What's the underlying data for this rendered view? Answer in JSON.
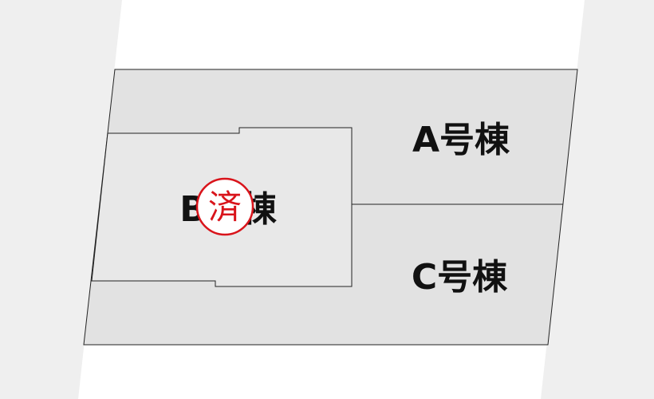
{
  "plan": {
    "lots": [
      {
        "id": "A",
        "label": "A号棟"
      },
      {
        "id": "B",
        "label": "B号棟"
      },
      {
        "id": "C",
        "label": "C号棟"
      }
    ],
    "stamp": {
      "text": "済",
      "color": "#d9141b"
    }
  },
  "colors": {
    "background": "#efefef",
    "road": "#ffffff",
    "lot_fill": "#e2e2e2",
    "building_fill": "#e8e8e8",
    "line": "#222222"
  }
}
